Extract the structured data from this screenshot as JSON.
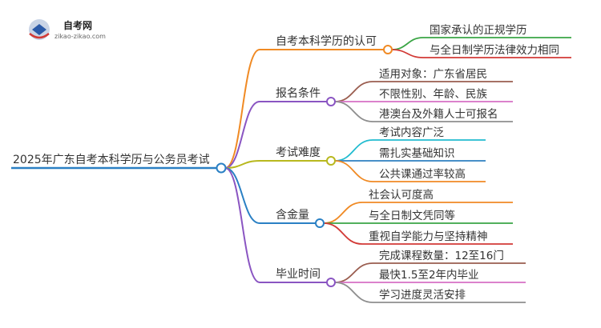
{
  "logo": {
    "name": "自考网",
    "url": "zikao-zikao.com"
  },
  "root": {
    "label": "2025年广东自考本科学历与公务员考试"
  },
  "branches": [
    {
      "label": "自考本科学历的认可",
      "color": "#f08a24",
      "leaves": [
        {
          "label": "国家承认的正规学历",
          "color": "#3aa544"
        },
        {
          "label": "与全日制学历法律效力相同",
          "color": "#d23a36"
        }
      ]
    },
    {
      "label": "报名条件",
      "color": "#8a55c2",
      "leaves": [
        {
          "label": "适用对象：广东省居民",
          "color": "#9a5d4f"
        },
        {
          "label": "不限性别、年龄、民族",
          "color": "#d671c4"
        },
        {
          "label": "港澳台及外籍人士可报名",
          "color": "#8e8e8e"
        }
      ]
    },
    {
      "label": "考试难度",
      "color": "#b8b81e",
      "leaves": [
        {
          "label": "考试内容广泛",
          "color": "#22bcd0"
        },
        {
          "label": "需扎实基础知识",
          "color": "#2e7fc0"
        },
        {
          "label": "公共课通过率较高",
          "color": "#f08a24"
        }
      ]
    },
    {
      "label": "含金量",
      "color": "#2a80c4",
      "leaves": [
        {
          "label": "社会认可度高",
          "color": "#f08a24"
        },
        {
          "label": "与全日制文凭同等",
          "color": "#3aa544"
        },
        {
          "label": "重视自学能力与坚持精神",
          "color": "#d23a36"
        }
      ]
    },
    {
      "label": "毕业时间",
      "color": "#8a55c2",
      "leaves": [
        {
          "label": "完成课程数量：12至16门",
          "color": "#9a5d4f"
        },
        {
          "label": "最快1.5至2年内毕业",
          "color": "#d671c4"
        },
        {
          "label": "学习进度灵活安排",
          "color": "#8e8e8e"
        }
      ]
    }
  ]
}
